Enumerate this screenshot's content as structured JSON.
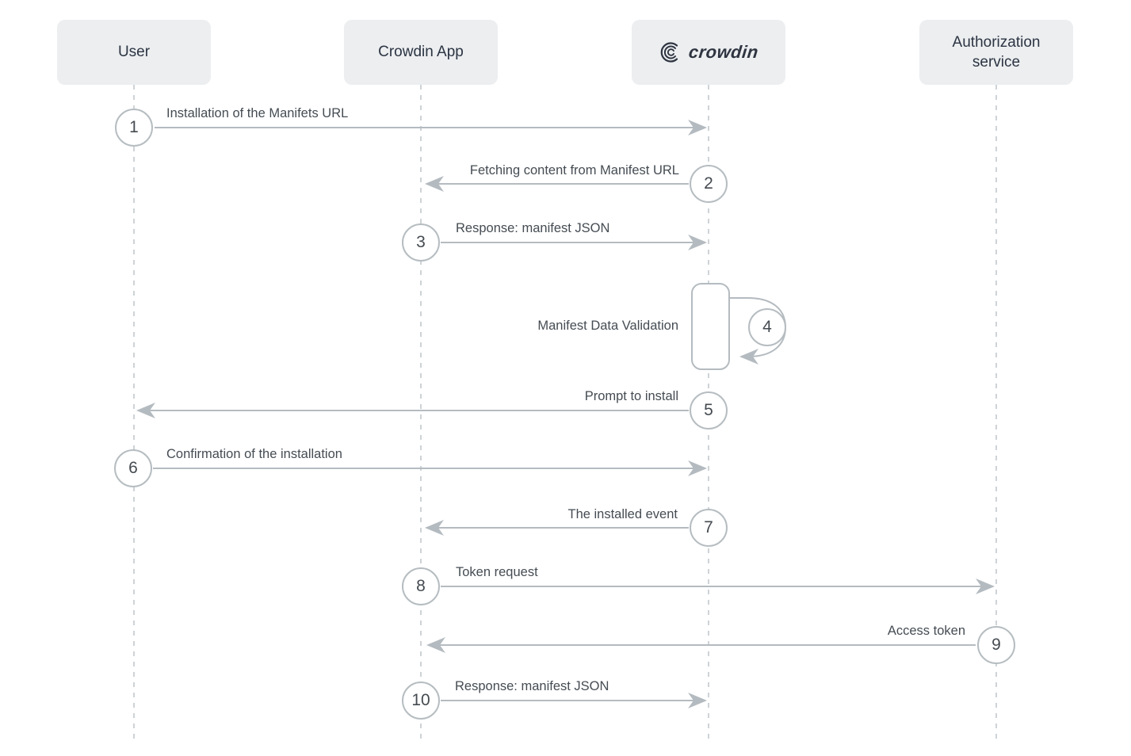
{
  "actors": [
    {
      "id": "user",
      "label": "User"
    },
    {
      "id": "crowdin-app",
      "label": "Crowdin App"
    },
    {
      "id": "crowdin",
      "label": "crowdin"
    },
    {
      "id": "authorization-service",
      "label": "Authorization service"
    }
  ],
  "messages": [
    {
      "step": "1",
      "label": "Installation of the Manifets URL",
      "from": "User",
      "to": "Crowdin",
      "direction": "right"
    },
    {
      "step": "2",
      "label": "Fetching content from Manifest URL",
      "from": "Crowdin",
      "to": "Crowdin App",
      "direction": "left"
    },
    {
      "step": "3",
      "label": "Response: manifest JSON",
      "from": "Crowdin App",
      "to": "Crowdin",
      "direction": "right"
    },
    {
      "step": "4",
      "label": "Manifest Data Validation",
      "from": "Crowdin",
      "to": "Crowdin",
      "direction": "self"
    },
    {
      "step": "5",
      "label": "Prompt to install",
      "from": "Crowdin",
      "to": "User",
      "direction": "left"
    },
    {
      "step": "6",
      "label": "Confirmation of the installation",
      "from": "User",
      "to": "Crowdin",
      "direction": "right"
    },
    {
      "step": "7",
      "label": "The installed event",
      "from": "Crowdin",
      "to": "Crowdin App",
      "direction": "left"
    },
    {
      "step": "8",
      "label": "Token request",
      "from": "Crowdin App",
      "to": "Authorization service",
      "direction": "right"
    },
    {
      "step": "9",
      "label": "Access token",
      "from": "Authorization service",
      "to": "Crowdin App",
      "direction": "left"
    },
    {
      "step": "10",
      "label": "Response: manifest JSON",
      "from": "Crowdin App",
      "to": "Crowdin",
      "direction": "right"
    }
  ],
  "colors": {
    "background": "#ffffff",
    "actor_box_fill": "#eceef0",
    "actor_text": "#2b3442",
    "arrow": "#b4bbc0",
    "label_text": "#454c53",
    "lifeline_dash": "#ced3d6",
    "circle_border": "#b6bdc1",
    "circle_number": "#454b51",
    "logo": "#2e3440"
  }
}
